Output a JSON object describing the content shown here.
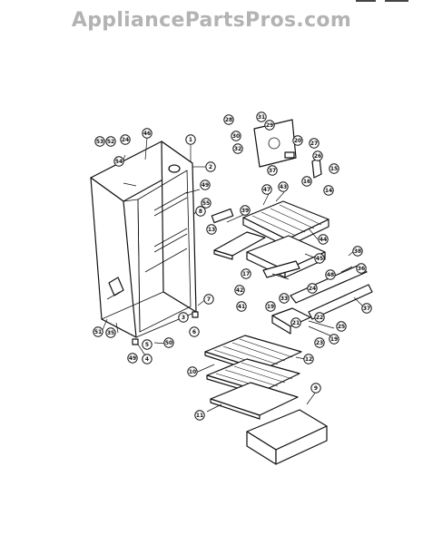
{
  "watermark": "AppliancePartsPros.com",
  "callouts": [
    {
      "label": "53"
    },
    {
      "label": "52"
    },
    {
      "label": "24"
    },
    {
      "label": "46"
    },
    {
      "label": "54"
    },
    {
      "label": "1"
    },
    {
      "label": "2"
    },
    {
      "label": "49"
    },
    {
      "label": "55"
    },
    {
      "label": "8"
    },
    {
      "label": "13"
    },
    {
      "label": "39"
    },
    {
      "label": "47"
    },
    {
      "label": "43"
    },
    {
      "label": "28"
    },
    {
      "label": "31"
    },
    {
      "label": "29"
    },
    {
      "label": "30"
    },
    {
      "label": "32"
    },
    {
      "label": "20"
    },
    {
      "label": "27"
    },
    {
      "label": "37"
    },
    {
      "label": "26"
    },
    {
      "label": "15"
    },
    {
      "label": "16"
    },
    {
      "label": "14"
    },
    {
      "label": "44"
    },
    {
      "label": "45"
    },
    {
      "label": "17"
    },
    {
      "label": "48"
    },
    {
      "label": "24"
    },
    {
      "label": "38"
    },
    {
      "label": "36"
    },
    {
      "label": "37"
    },
    {
      "label": "42"
    },
    {
      "label": "41"
    },
    {
      "label": "33"
    },
    {
      "label": "19"
    },
    {
      "label": "21"
    },
    {
      "label": "22"
    },
    {
      "label": "25"
    },
    {
      "label": "19"
    },
    {
      "label": "23"
    },
    {
      "label": "7"
    },
    {
      "label": "3"
    },
    {
      "label": "6"
    },
    {
      "label": "51"
    },
    {
      "label": "35"
    },
    {
      "label": "5"
    },
    {
      "label": "50"
    },
    {
      "label": "49"
    },
    {
      "label": "4"
    },
    {
      "label": "10"
    },
    {
      "label": "12"
    },
    {
      "label": "11"
    },
    {
      "label": "9"
    }
  ]
}
